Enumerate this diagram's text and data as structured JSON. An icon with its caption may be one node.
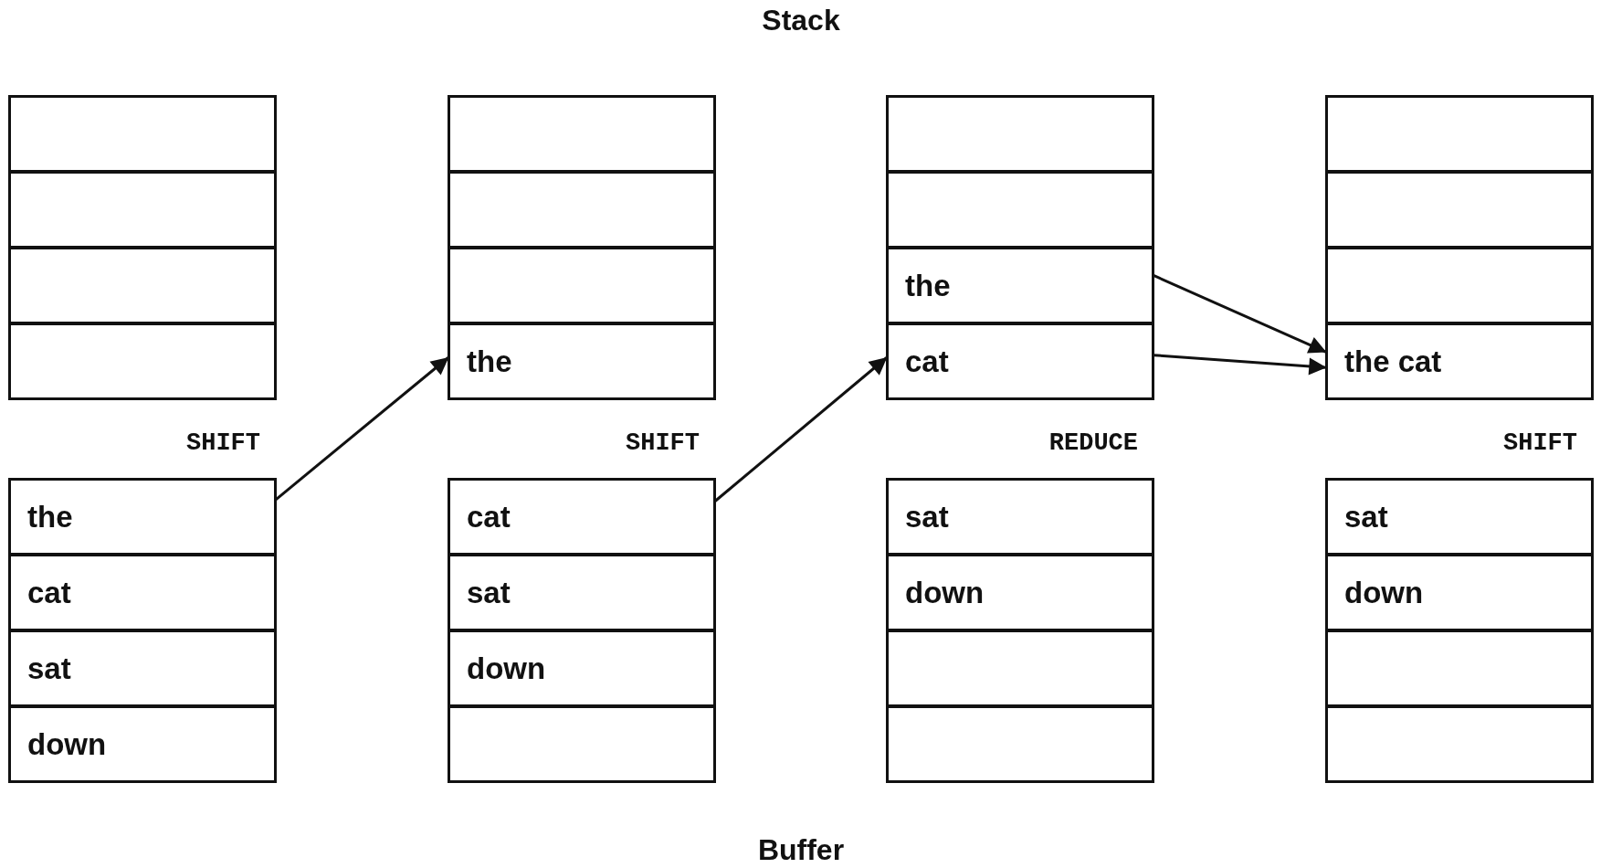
{
  "diagram": {
    "nodes": [
      {
        "text": [],
        "shape": "box"
      },
      {
        "text": [],
        "shape": "box"
      },
      {
        "text": [],
        "shape": "box"
      },
      {
        "text": [],
        "shape": "box"
      },
      {
        "text": [],
        "shape": "box"
      },
      {
        "text": [],
        "shape": "box"
      },
      {
        "text": [],
        "shape": "box"
      },
      {
        "text": [
          "the"
        ]
      },
      {
        "text": [],
        "shape": "box"
      },
      {
        "text": [],
        "shape": "box"
      },
      {
        "text": [
          "the"
        ]
      },
      {
        "text": [
          "cat"
        ]
      },
      {
        "text": [],
        "shape": "box"
      },
      {
        "text": [],
        "shape": "box"
      },
      {
        "text": [],
        "shape": "box"
      },
      {
        "text": [
          "the cat"
        ]
      },
      {
        "text": [
          "the"
        ]
      },
      {
        "text": [
          "cat"
        ]
      },
      {
        "text": [
          "sat"
        ]
      },
      {
        "text": [
          "down"
        ]
      },
      {
        "text": [
          "cat"
        ]
      },
      {
        "text": [
          "sat"
        ]
      },
      {
        "text": [
          "down"
        ]
      },
      {
        "text": [],
        "shape": "box"
      },
      {
        "text": [
          "sat"
        ]
      },
      {
        "text": [
          "down"
        ]
      },
      {
        "text": [],
        "shape": "box"
      },
      {
        "text": [],
        "shape": "box"
      },
      {
        "text": [
          "sat"
        ]
      },
      {
        "text": [
          "down"
        ]
      },
      {
        "text": [],
        "shape": "box"
      },
      {
        "text": [],
        "shape": "box"
      }
    ],
    "edges": [
      {
        "from": 16,
        "to": 7,
        "arrow": "to"
      },
      {
        "from": 20,
        "to": 11,
        "arrow": "to"
      },
      {
        "from": 10,
        "to": 15,
        "arrow": "to"
      },
      {
        "from": 11,
        "to": 15,
        "arrow": "to"
      }
    ],
    "labels": [
      "Stack",
      "SHIFT",
      "SHIFT",
      "REDUCE",
      "SHIFT",
      "Buffer"
    ]
  }
}
